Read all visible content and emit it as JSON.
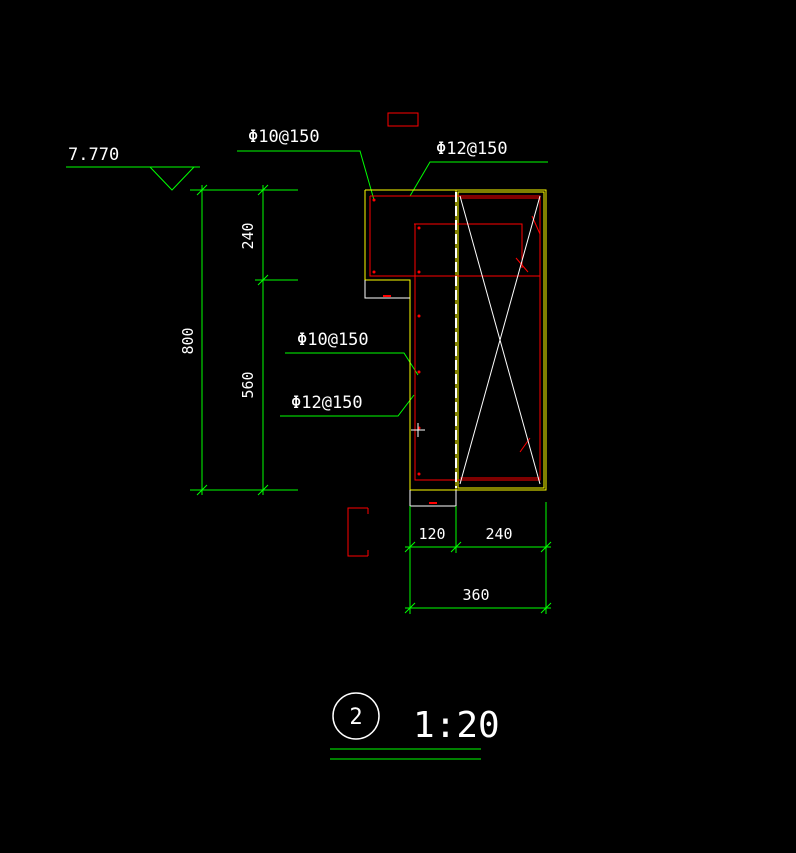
{
  "drawing": {
    "elevation_label": "7.770",
    "rebar_top_left": "Φ10@150",
    "rebar_top_right": "Φ12@150",
    "rebar_mid_upper": "Φ10@150",
    "rebar_mid_lower": "Φ12@150",
    "dims": {
      "total_height": "800",
      "upper_height": "240",
      "lower_height": "560",
      "left_width": "120",
      "right_width": "240",
      "total_width": "360"
    },
    "detail_number": "2",
    "scale": "1:20",
    "colors": {
      "background": "#000000",
      "annotation": "#00ff00",
      "section_outline": "#ffff00",
      "rebar": "#ff0000",
      "text": "#ffffff"
    }
  }
}
